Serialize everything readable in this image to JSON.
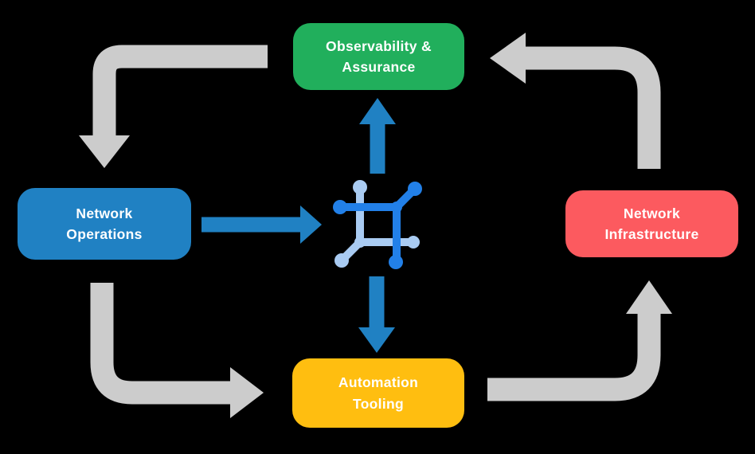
{
  "colors": {
    "background": "#000000",
    "text": "#FFFFFF",
    "cycle_arrow": "#CCCCCC",
    "flow_arrow": "#2081C3",
    "icon_dark_blue": "#2280E8",
    "icon_light_blue": "#A9CBF2"
  },
  "nodes": [
    {
      "id": "observability-assurance",
      "label": [
        "Observability &",
        "Assurance"
      ],
      "color": "#21AF5C"
    },
    {
      "id": "network-operations",
      "label": [
        "Network",
        "Operations"
      ],
      "color": "#2081C3"
    },
    {
      "id": "network-infrastructure",
      "label": [
        "Network",
        "Infrastructure"
      ],
      "color": "#FC5A5F"
    },
    {
      "id": "automation-tooling",
      "label": [
        "Automation",
        "Tooling"
      ],
      "color": "#FFBE10"
    }
  ],
  "icons": {
    "center": "network-fabric-icon"
  },
  "edges": [
    {
      "from": "observability-assurance",
      "to": "network-operations",
      "style": "gray-cycle"
    },
    {
      "from": "network-operations",
      "to": "automation-tooling",
      "style": "gray-cycle"
    },
    {
      "from": "automation-tooling",
      "to": "network-infrastructure",
      "style": "gray-cycle"
    },
    {
      "from": "network-infrastructure",
      "to": "observability-assurance",
      "style": "gray-cycle"
    },
    {
      "from": "network-operations",
      "to": "center-icon",
      "style": "blue-flow"
    },
    {
      "from": "center-icon",
      "to": "observability-assurance",
      "style": "blue-flow"
    },
    {
      "from": "center-icon",
      "to": "automation-tooling",
      "style": "blue-flow"
    }
  ]
}
